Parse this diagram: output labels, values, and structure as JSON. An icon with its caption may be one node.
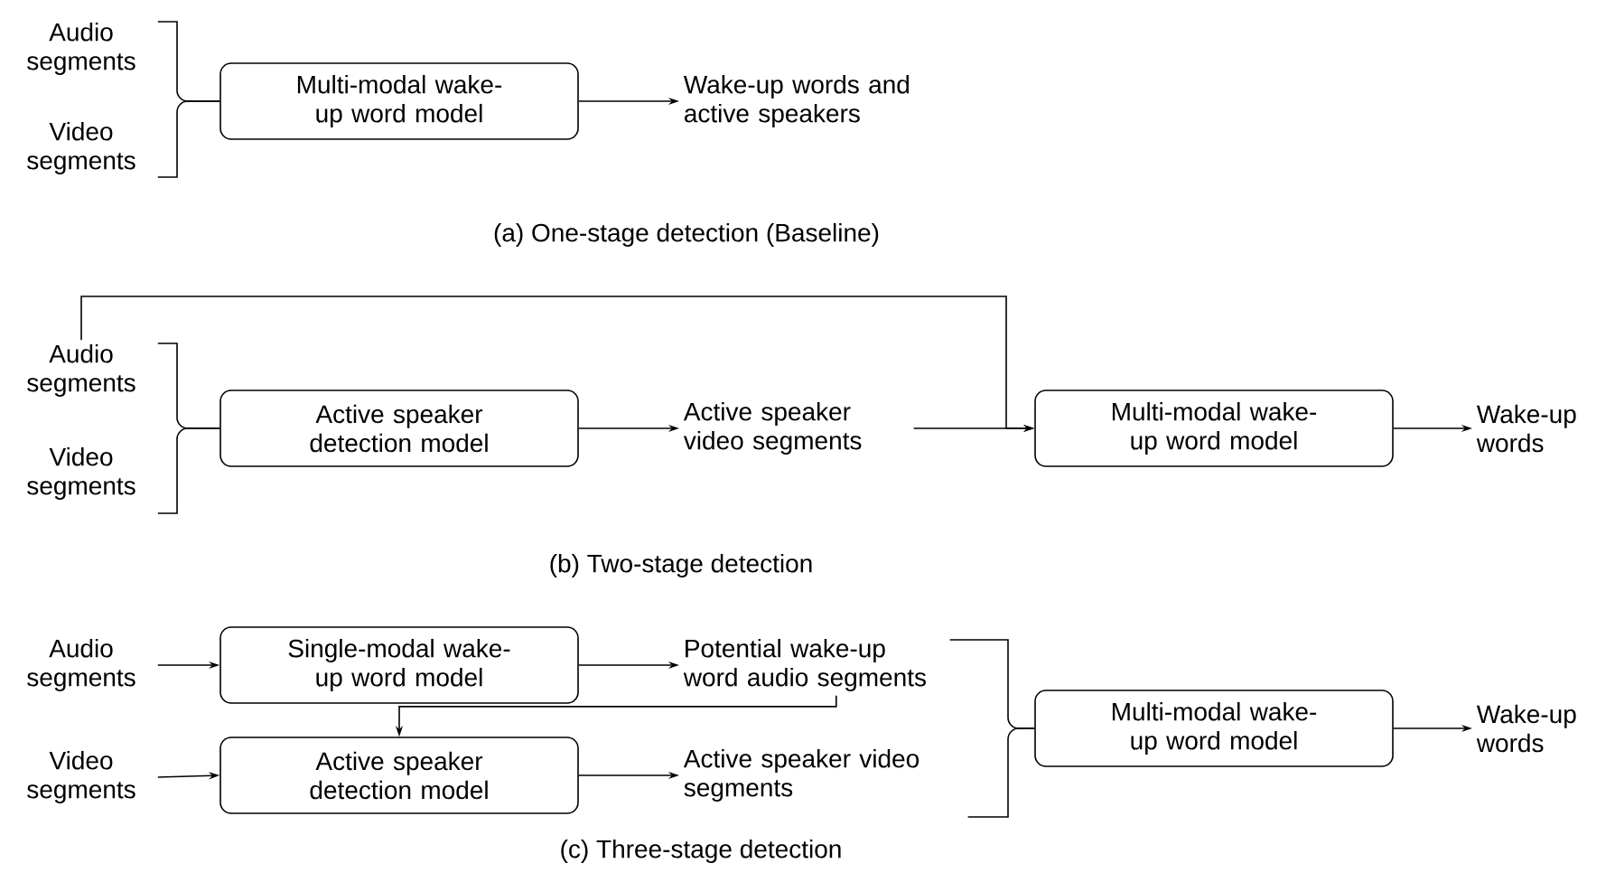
{
  "diagram": {
    "nodes": [
      {
        "text": [
          "Audio segments"
        ]
      },
      {
        "text": [
          "Video segments"
        ]
      },
      {
        "text": [
          "Multi-modal wake-up word model"
        ]
      },
      {
        "text": [
          "Wake-up words and active speakers"
        ]
      },
      {
        "text": [
          "Audio segments"
        ]
      },
      {
        "text": [
          "Video segments"
        ]
      },
      {
        "text": [
          "Active speaker detection model"
        ]
      },
      {
        "text": [
          "Active speaker video segments"
        ]
      },
      {
        "text": [
          "Multi-modal wake-up word model"
        ]
      },
      {
        "text": [
          "Wake-up words"
        ]
      },
      {
        "text": [
          "Audio segments"
        ]
      },
      {
        "text": [
          "Video segments"
        ]
      },
      {
        "text": [
          "Single-modal wake-up word model"
        ]
      },
      {
        "text": [
          "Active speaker detection model"
        ]
      },
      {
        "text": [
          "Potential wake-up word audio segments"
        ]
      },
      {
        "text": [
          "Active speaker video segments"
        ]
      },
      {
        "text": [
          "Multi-modal wake-up word model"
        ]
      },
      {
        "text": [
          "Wake-up words"
        ]
      }
    ],
    "edges": [
      {
        "from": 0,
        "to": 2,
        "arrow": "none"
      },
      {
        "from": 1,
        "to": 2,
        "arrow": "none"
      },
      {
        "from": 2,
        "to": 3,
        "arrow": "to"
      },
      {
        "from": 4,
        "to": 6,
        "arrow": "none"
      },
      {
        "from": 5,
        "to": 6,
        "arrow": "none"
      },
      {
        "from": 6,
        "to": 7,
        "arrow": "to"
      },
      {
        "from": 7,
        "to": 8,
        "arrow": "to"
      },
      {
        "from": 4,
        "to": 8,
        "arrow": "to"
      },
      {
        "from": 8,
        "to": 9,
        "arrow": "to"
      },
      {
        "from": 10,
        "to": 12,
        "arrow": "to"
      },
      {
        "from": 11,
        "to": 13,
        "arrow": "to"
      },
      {
        "from": 12,
        "to": 14,
        "arrow": "to"
      },
      {
        "from": 13,
        "to": 15,
        "arrow": "to"
      },
      {
        "from": 14,
        "to": 13,
        "arrow": "to"
      },
      {
        "from": 14,
        "to": 16,
        "arrow": "none"
      },
      {
        "from": 15,
        "to": 16,
        "arrow": "none"
      },
      {
        "from": 16,
        "to": 17,
        "arrow": "to"
      }
    ],
    "labels": [
      "(a) One-stage detection (Baseline)",
      "(b) Two-stage detection",
      "(c) Three-stage detection"
    ]
  }
}
